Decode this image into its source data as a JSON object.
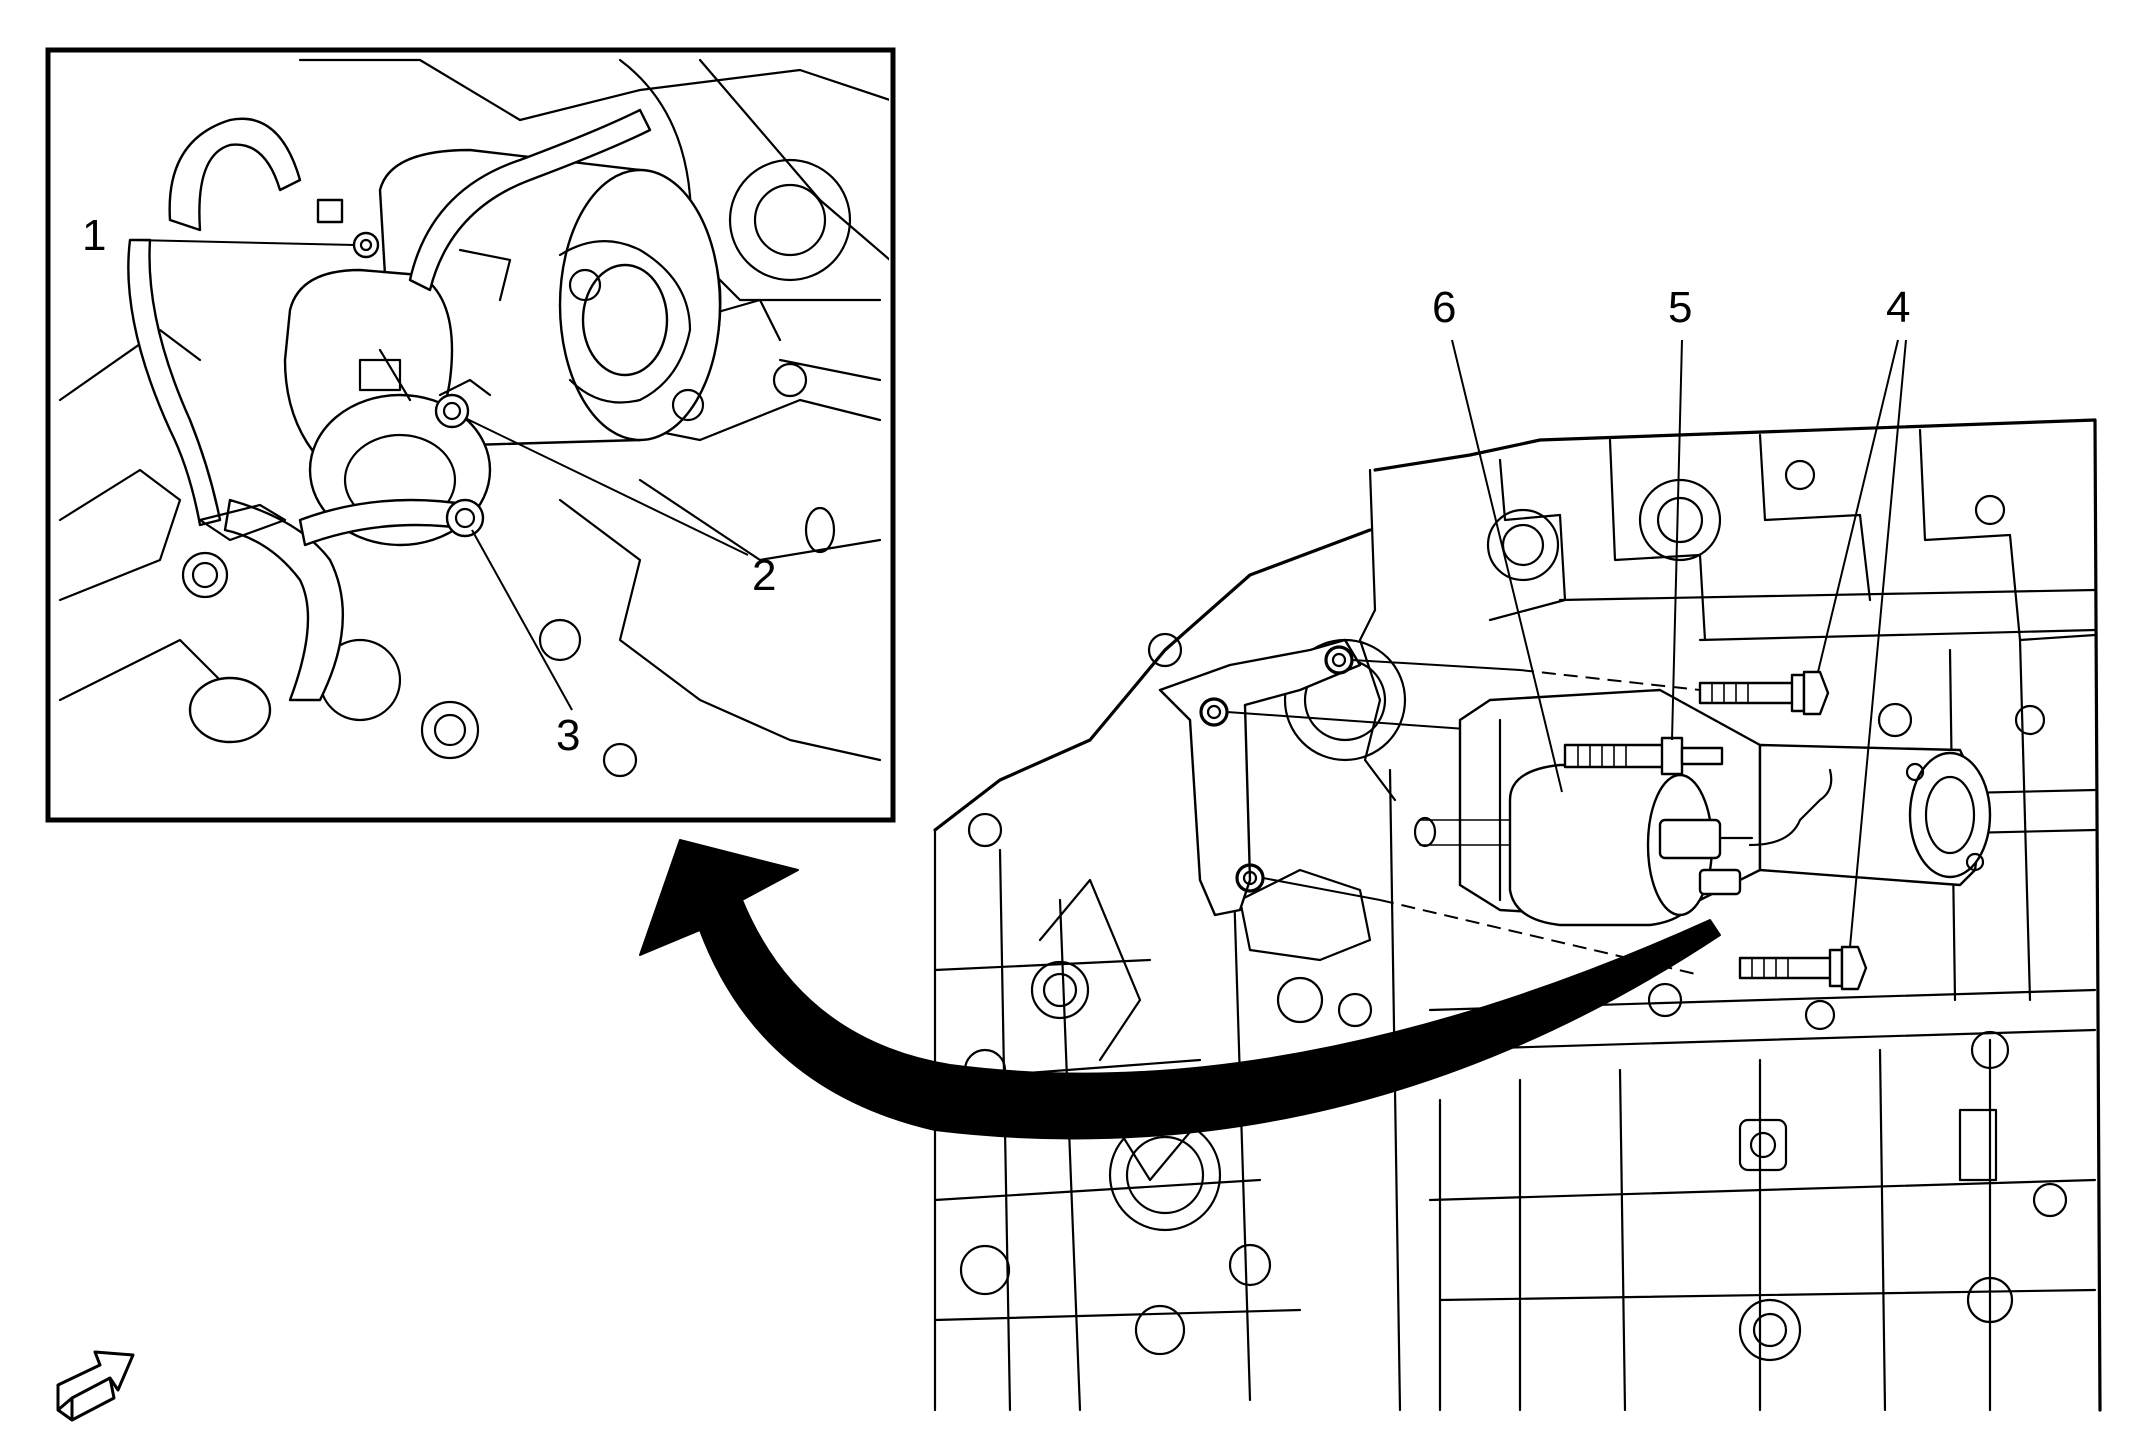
{
  "callouts": {
    "c1": "1",
    "c2": "2",
    "c3": "3",
    "c4": "4",
    "c5": "5",
    "c6": "6"
  },
  "icons": {
    "transfer_arrow": "curved-arrow-icon",
    "view_direction": "view-direction-arrow-icon"
  },
  "colors": {
    "line": "#000000",
    "background": "#ffffff"
  }
}
